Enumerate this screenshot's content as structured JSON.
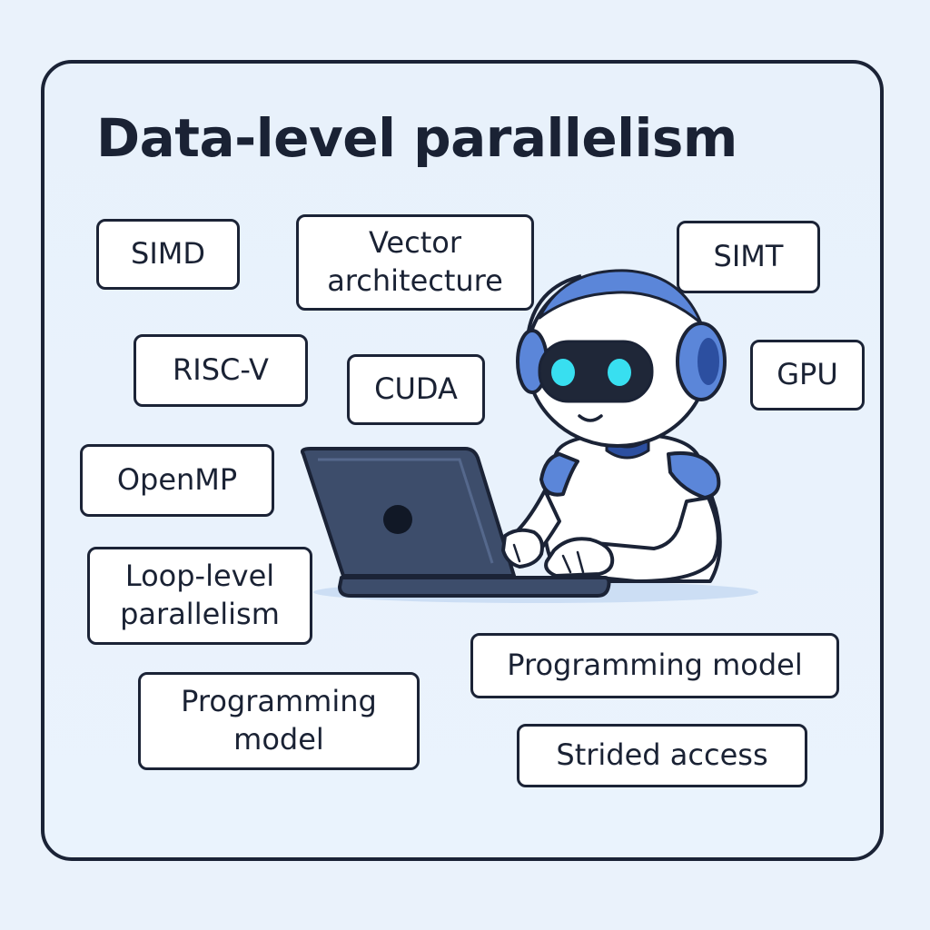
{
  "title": "Data-level parallelism",
  "tags": {
    "simd": "SIMD",
    "vector": "Vector\narchitecture",
    "simt": "SIMT",
    "riscv": "RISC-V",
    "cuda": "CUDA",
    "gpu": "GPU",
    "openmp": "OpenMP",
    "loop": "Loop-level\nparallelism",
    "prog_model_right": "Programming model",
    "prog_model_left": "Programming\nmodel",
    "strided": "Strided access"
  },
  "illustration": {
    "subject": "robot-using-laptop-icon"
  },
  "colors": {
    "outline": "#1b2336",
    "accent_blue": "#5b86d9",
    "accent_dark_blue": "#2c4fa0",
    "screen_cyan": "#38dff0",
    "laptop": "#3d4d6b",
    "background": "#eaf2fb"
  }
}
